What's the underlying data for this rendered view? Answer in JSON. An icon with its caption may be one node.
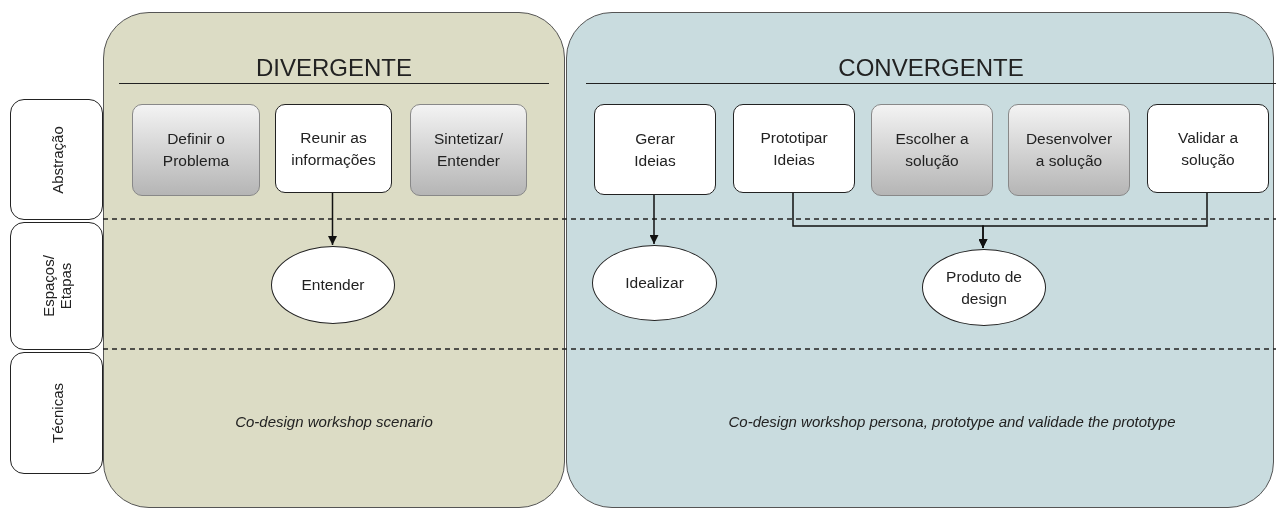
{
  "diagram": {
    "nodes": [
      {
        "text": [
          "Abstração"
        ]
      },
      {
        "text": [
          "Espaços/ Etapas"
        ]
      },
      {
        "text": [
          "Técnicas"
        ]
      },
      {
        "text": [
          "DIVERGENTE",
          "Co-design workshop scenario"
        ]
      },
      {
        "text": [
          "CONVERGENTE",
          "Co-design workshop persona, prototype and validade the prototype"
        ]
      },
      {
        "text": [
          "Definir o Problema"
        ],
        "in": 3
      },
      {
        "text": [
          "Reunir as informações"
        ],
        "in": 3
      },
      {
        "text": [
          "Sintetizar/ Entender"
        ],
        "in": 3
      },
      {
        "text": [
          "Entender"
        ],
        "in": 3
      },
      {
        "text": [
          "Gerar Ideias"
        ],
        "in": 4
      },
      {
        "text": [
          "Prototipar Ideias"
        ],
        "in": 4
      },
      {
        "text": [
          "Escolher a solução"
        ],
        "in": 4
      },
      {
        "text": [
          "Desenvolver a solução"
        ],
        "in": 4
      },
      {
        "text": [
          "Validar a solução"
        ],
        "in": 4
      },
      {
        "text": [
          "Idealizar"
        ],
        "in": 4
      },
      {
        "text": [
          "Produto de design"
        ],
        "in": 4
      }
    ],
    "edges": [
      {
        "from": 6,
        "to": 8,
        "arrow": "to"
      },
      {
        "from": 9,
        "to": 14,
        "arrow": "to"
      },
      {
        "from": 10,
        "to": 15,
        "arrow": "to"
      },
      {
        "from": 13,
        "to": 15,
        "arrow": "to"
      }
    ]
  }
}
